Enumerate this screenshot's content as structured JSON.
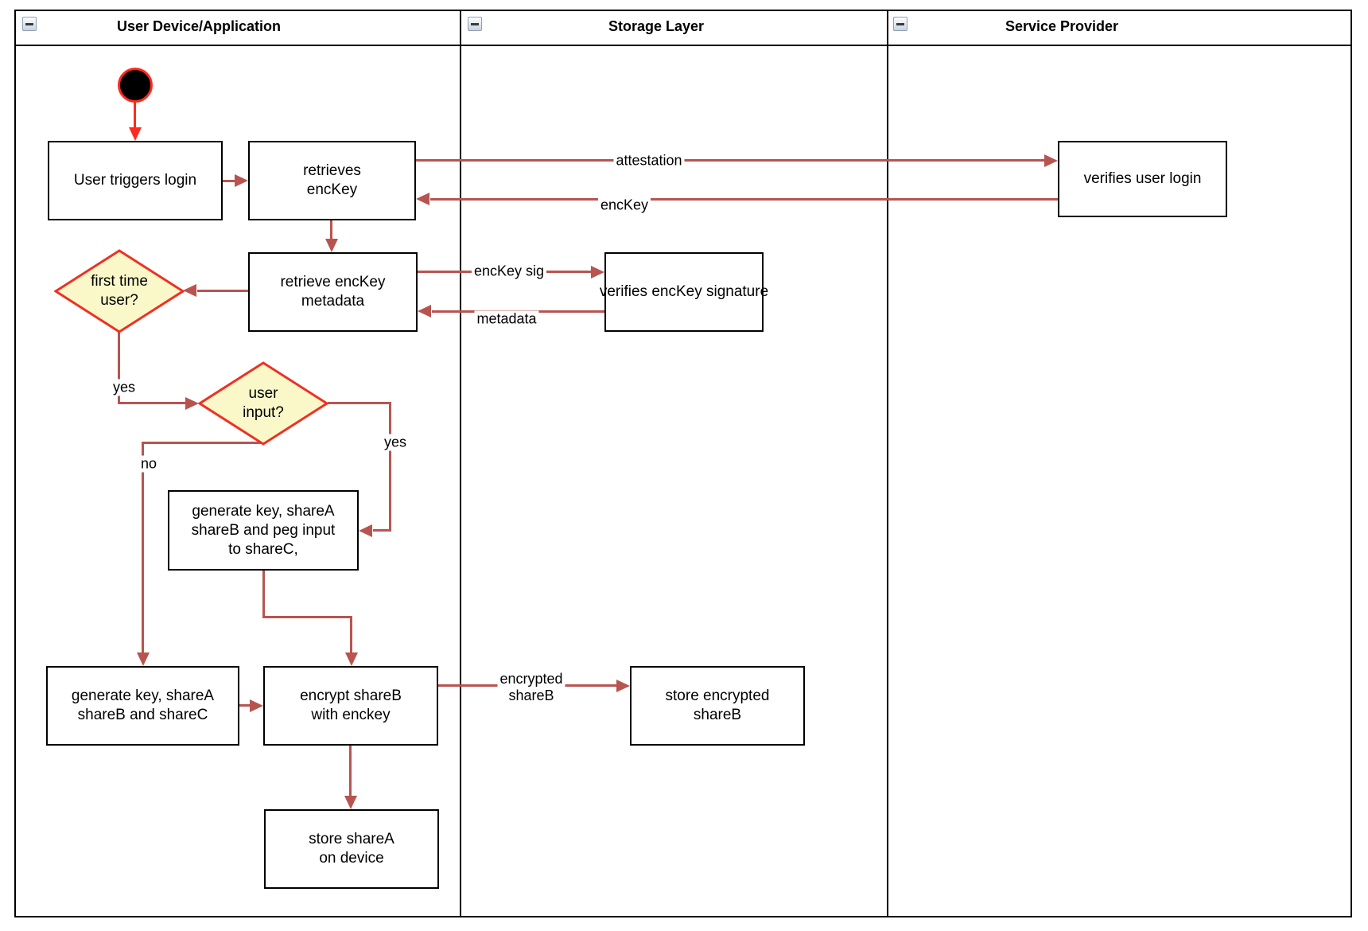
{
  "lanes": [
    {
      "title": "User Device/Application"
    },
    {
      "title": "Storage Layer"
    },
    {
      "title": "Service Provider"
    }
  ],
  "collapse_icon": "minus",
  "nodes": {
    "user_triggers_login": {
      "label": "User triggers login"
    },
    "retrieves_enckey": {
      "label": "retrieves\nencKey"
    },
    "verifies_user_login": {
      "label": "verifies user login"
    },
    "retrieve_enckey_metadata": {
      "label": "retrieve encKey\nmetadata"
    },
    "verifies_enckey_signature": {
      "label": "verifies encKey signature"
    },
    "first_time_user": {
      "label": "first time\nuser?"
    },
    "user_input": {
      "label": "user input?"
    },
    "generate_key_peg": {
      "label": "generate key, shareA\nshareB and peg input\nto shareC,"
    },
    "generate_key_shares": {
      "label": "generate key, shareA\nshareB and shareC"
    },
    "encrypt_shareb": {
      "label": "encrypt shareB\nwith enckey"
    },
    "store_encrypted_shareb": {
      "label": "store encrypted\nshareB"
    },
    "store_sharea": {
      "label": "store shareA\non device"
    }
  },
  "edge_labels": {
    "attestation": "attestation",
    "enckey": "encKey",
    "enckey_sig": "encKey sig",
    "metadata": "metadata",
    "yes_first_time": "yes",
    "yes_user_input": "yes",
    "no_user_input": "no",
    "encrypted_shareb": "encrypted\nshareB"
  },
  "colors": {
    "edge": "#b85450",
    "start_edge": "#ff2a1f",
    "decision_border": "#ee3124",
    "decision_fill": "#faf8c9",
    "node_border": "#000000",
    "node_fill": "#ffffff"
  }
}
